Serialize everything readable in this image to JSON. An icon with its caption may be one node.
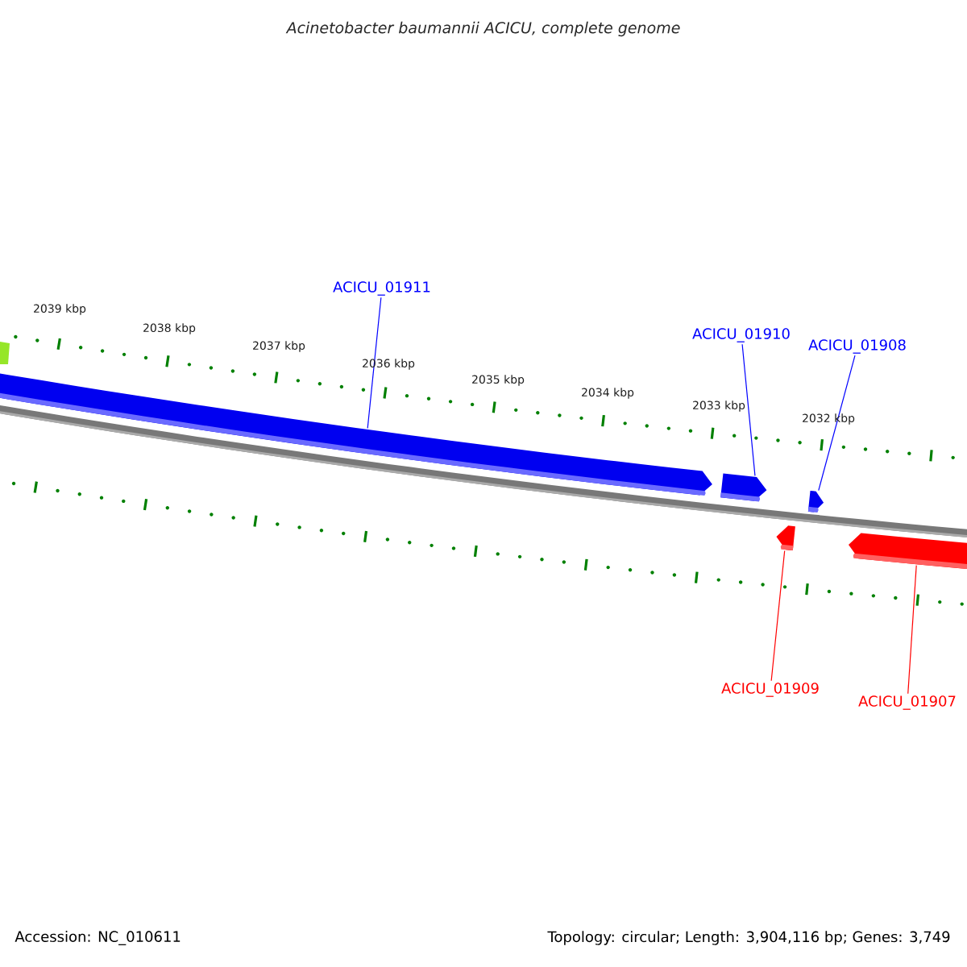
{
  "diagram": {
    "title": "Acinetobacter baumannii ACICU, complete genome",
    "nodes": [
      {
        "text": [
          "ACICU_01911"
        ]
      },
      {
        "text": [],
        "shape": "bar"
      },
      {
        "text": [
          "ACICU_01910"
        ]
      },
      {
        "text": [],
        "shape": "bar"
      },
      {
        "text": [
          "ACICU_01908"
        ]
      },
      {
        "text": [],
        "shape": "bar"
      },
      {
        "text": [
          "ACICU_01909"
        ]
      },
      {
        "text": [],
        "shape": "bar"
      },
      {
        "text": [
          "ACICU_01907"
        ]
      },
      {
        "text": [],
        "shape": "bar"
      }
    ],
    "edges": [
      {
        "from": 0,
        "to": 1,
        "arrow": "none"
      },
      {
        "from": 2,
        "to": 3,
        "arrow": "none"
      },
      {
        "from": 4,
        "to": 5,
        "arrow": "none"
      },
      {
        "from": 6,
        "to": 7,
        "arrow": "none",
        "color": "#ff0000"
      },
      {
        "from": 8,
        "to": 9,
        "arrow": "none",
        "color": "#ff0000"
      }
    ],
    "labels": [
      "2039 kbp",
      "2038 kbp",
      "2037 kbp",
      "2036 kbp",
      "2035 kbp",
      "2034 kbp",
      "2033 kbp",
      "2032 kbp",
      "Accession: NC_010611",
      "Topology: circular; Length: 3,904,116 bp; Genes: 3,749"
    ]
  }
}
